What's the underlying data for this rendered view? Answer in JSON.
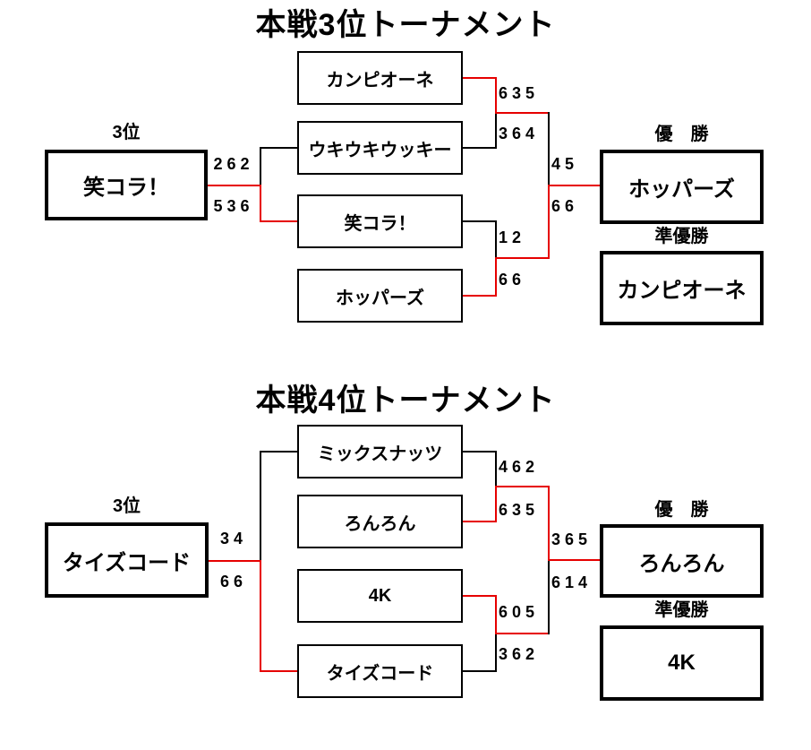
{
  "colors": {
    "win_path": "#e60000",
    "line": "#000000"
  },
  "brackets": [
    {
      "title": "本戦3位トーナメント",
      "seed": {
        "label": "3位",
        "team": "笑コラ！",
        "score_top": "262",
        "score_bottom": "536"
      },
      "round1_teams": [
        "カンピオーネ",
        "ウキウキウッキー",
        "笑コラ！",
        "ホッパーズ"
      ],
      "semi1": {
        "score_top": "635",
        "score_bottom": "364"
      },
      "semi2": {
        "score_top": "12",
        "score_bottom": "66"
      },
      "final": {
        "score_top": "45",
        "score_bottom": "66"
      },
      "results": {
        "champion_label": "優　勝",
        "champion": "ホッパーズ",
        "runnerup_label": "準優勝",
        "runnerup": "カンピオーネ"
      }
    },
    {
      "title": "本戦4位トーナメント",
      "seed": {
        "label": "3位",
        "team": "タイズコード",
        "score_top": "34",
        "score_bottom": "66"
      },
      "round1_teams": [
        "ミックスナッツ",
        "ろんろん",
        "4K",
        "タイズコード"
      ],
      "semi1": {
        "score_top": "462",
        "score_bottom": "635"
      },
      "semi2": {
        "score_top": "605",
        "score_bottom": "362"
      },
      "final": {
        "score_top": "365",
        "score_bottom": "614"
      },
      "results": {
        "champion_label": "優　勝",
        "champion": "ろんろん",
        "runnerup_label": "準優勝",
        "runnerup": "4K"
      }
    }
  ]
}
